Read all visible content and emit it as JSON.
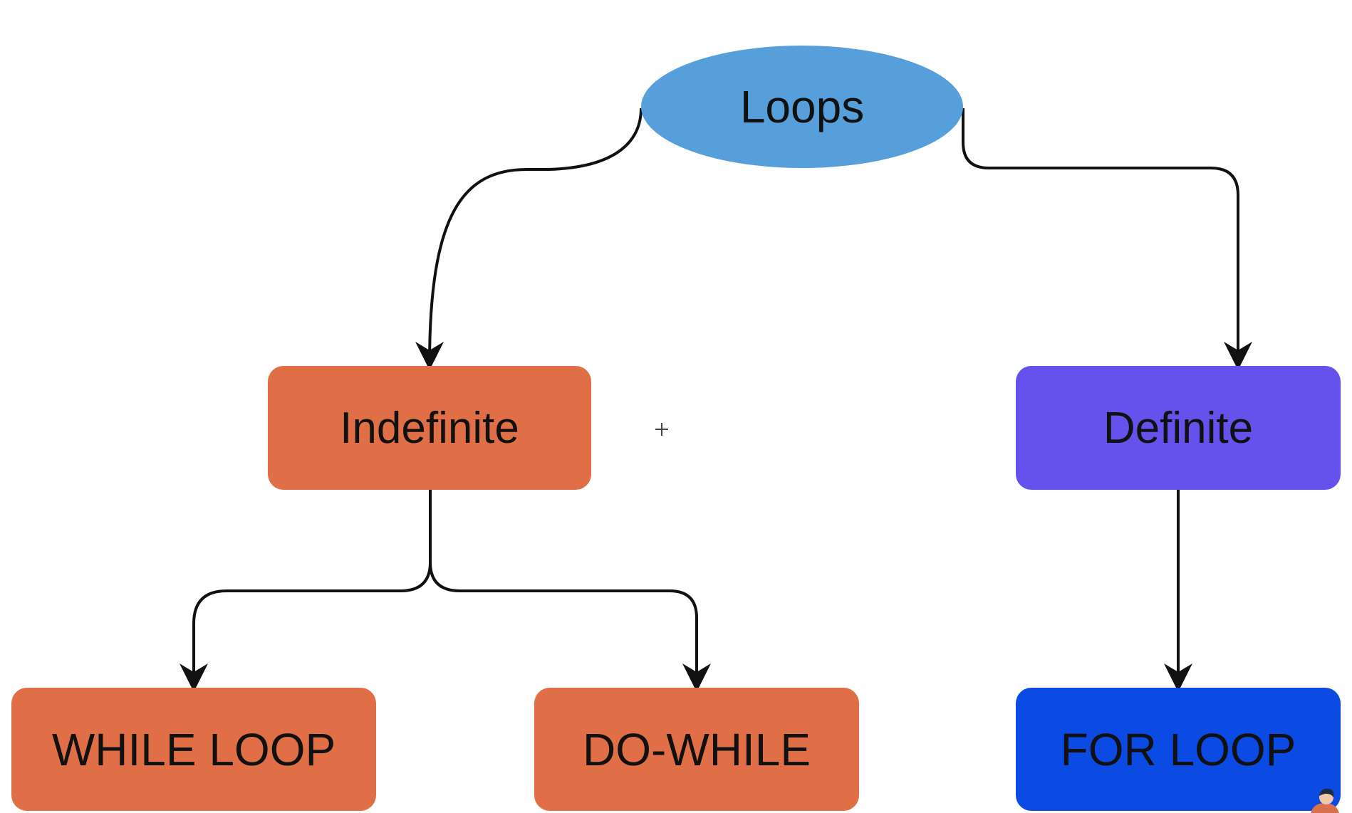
{
  "diagram": {
    "nodes": [
      {
        "id": "loops",
        "label": "Loops",
        "color": "#569FDA"
      },
      {
        "id": "indefinite",
        "label": "Indefinite",
        "color": "#E06F47"
      },
      {
        "id": "definite",
        "label": "Definite",
        "color": "#6552EC"
      },
      {
        "id": "while",
        "label": "WHILE LOOP",
        "color": "#E06F47"
      },
      {
        "id": "dowhile",
        "label": "DO-WHILE",
        "color": "#E06F47"
      },
      {
        "id": "for",
        "label": "FOR LOOP",
        "color": "#0C4BE3"
      }
    ],
    "edges": [
      {
        "from": "loops",
        "to": "indefinite"
      },
      {
        "from": "loops",
        "to": "definite"
      },
      {
        "from": "indefinite",
        "to": "while"
      },
      {
        "from": "indefinite",
        "to": "dowhile"
      },
      {
        "from": "definite",
        "to": "for"
      }
    ],
    "edge_color": "#111111"
  }
}
